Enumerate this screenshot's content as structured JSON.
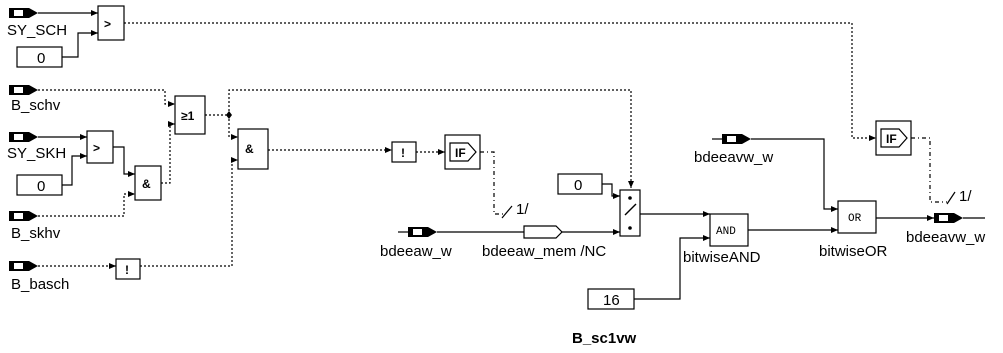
{
  "inputs": {
    "sy_sch": "SY_SCH",
    "b_schv": "B_schv",
    "sy_skh": "SY_SKH",
    "b_skhv": "B_skhv",
    "b_basch": "B_basch",
    "bdeeaw_w": "bdeeaw_w",
    "bdeeavw_w": "bdeeavw_w"
  },
  "constants": {
    "c1": "0",
    "c2": "0",
    "c3": "0",
    "c4": "16"
  },
  "blocks": {
    "gt": ">",
    "ge1": "≥1",
    "and": "&",
    "not": "!",
    "if": "IF",
    "and_word": "AND",
    "or_word": "OR"
  },
  "labels": {
    "delay1": "1/",
    "mem": "bdeeaw_mem /NC",
    "bitwise_and": "bitwiseAND",
    "bitwise_or": "bitwiseOR",
    "output": "bdeeavw_w",
    "delay2": "1/"
  },
  "caption": "B_sc1vw"
}
